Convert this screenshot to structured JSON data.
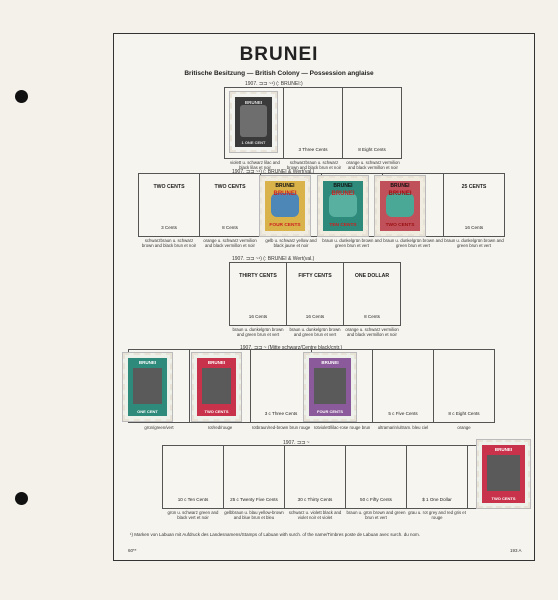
{
  "page": {
    "title": "BRUNEI",
    "subtitle": "Britische Besitzung — British Colony — Possession anglaise",
    "footnote": "¹) Marken von Labuan mit Aufdruck des Landesnamens/Stamps of Labuan with surch. of the name/Timbres poste de Labuan avec surch. du nom.",
    "footer_left": "60**",
    "footer_right": "193 A"
  },
  "sections": {
    "s1": "1907. ⊐⊐ ~¹) (: BRUNEI:)",
    "s2": "1907. ⊐⊐ ~¹) (: BRUNEI & Wert(val.)",
    "s3": "1907. ⊐⊐ ~¹) (: BRUNEI & Wert(val.)",
    "s4": "1907. ⊐⊐ ~ (Mitte schwarz/Centre black/cntr.)",
    "s5": "1907. ⊐⊐ ~"
  },
  "row1": {
    "slots": [
      {
        "name": "",
        "value": "",
        "caption": "violett u. schwarz lilac and black lilas et noir"
      },
      {
        "name": "",
        "value": "3 Three Cents",
        "caption": "schwarzbraun u. schwarz brown and black brun et noir"
      },
      {
        "name": "",
        "value": "8 Eight Cents",
        "caption": "orange u. schwarz vermilion and black vermillon et noir"
      }
    ],
    "stamp_text": {
      "top": "BRUNEI",
      "bottom": "1 ONE CENT"
    }
  },
  "row2": {
    "slots": [
      {
        "name": "TWO CENTS",
        "value": "3 Cents",
        "caption": "schwarzbraun u. schwarz brown and black brun et noir"
      },
      {
        "name": "TWO CENTS",
        "value": "8 Cents",
        "caption": "orange u. schwarz vermilion and black vermillon et noir"
      },
      {
        "name": "",
        "value": "",
        "caption": "gelb u. schwarz yellow and black jaune et noir"
      },
      {
        "name": "",
        "value": "",
        "caption": "braun u. dunkelgrün brown and green brun et vert"
      },
      {
        "name": "",
        "value": "",
        "caption": "braun u. dunkelgrün brown and green brun et vert"
      },
      {
        "name": "25 CENTS",
        "value": "16 Cents",
        "caption": "braun u. dunkelgrün brown and green brun et vert"
      }
    ],
    "stamp_text": {
      "top": "BRUNEI",
      "bottom": "FOUR CENTS",
      "bottom2": "TEN CENTS",
      "bottom3": "TWO CENTS"
    }
  },
  "row3": {
    "slots": [
      {
        "name": "THIRTY CENTS",
        "value": "16 Cents",
        "caption": "braun u. dunkelgrün brown and green brun et vert"
      },
      {
        "name": "FIFTY CENTS",
        "value": "16 Cents",
        "caption": "braun u. dunkelgrün brown and green brun et vert"
      },
      {
        "name": "ONE DOLLAR",
        "value": "8 Cents",
        "caption": "orange u. schwarz vermilion and black vermillon et noir"
      }
    ]
  },
  "row4": {
    "slots": [
      {
        "name": "",
        "value": "",
        "caption": "grün/green/vert"
      },
      {
        "name": "",
        "value": "",
        "caption": "rot/red/rouge"
      },
      {
        "name": "",
        "value": "3 c Three Cents",
        "caption": "rotbraun/red-brown brun rouge"
      },
      {
        "name": "",
        "value": "",
        "caption": "rotviolett/lilac-rose rouge brun"
      },
      {
        "name": "",
        "value": "5 c Five Cents",
        "caption": "ultramarin/ultram. bleu ciel"
      },
      {
        "name": "",
        "value": "8 c Eight Cents",
        "caption": "orange"
      }
    ],
    "stamp_text": {
      "top": "BRUNEI",
      "b1": "ONE CENT",
      "b2": "TWO CENTS",
      "b3": "FOUR CENTS"
    }
  },
  "row5": {
    "slots": [
      {
        "name": "",
        "value": "10 c Ten Cents",
        "caption": "grün u. schwarz green and black vert et noir"
      },
      {
        "name": "",
        "value": "25 c Twenty Five Cents",
        "caption": "gelbbraun u. blau yellow-brown and blue brun et bleu"
      },
      {
        "name": "",
        "value": "30 c Thirty Cents",
        "caption": "schwarz u. violett black and violet noir et violet"
      },
      {
        "name": "",
        "value": "50 c Fifty Cents",
        "caption": "braun u. grün brown and green brun et vert"
      },
      {
        "name": "",
        "value": "$ 1 One Dollar",
        "caption": "grau u. rot grey and red gris et rouge"
      },
      {
        "name": "",
        "value": "",
        "caption": ""
      }
    ],
    "stamp_text": {
      "top": "BRUNEI",
      "bottom": "TWO CENTS"
    }
  },
  "colors": {
    "paper": "#f6f4ee",
    "frame": "#333333",
    "stamp_black": "#2a2a2a",
    "stamp_yellow": "#d9b24a",
    "stamp_green": "#2e8a7a",
    "stamp_red": "#c8324a",
    "stamp_violet": "#8a5a9a",
    "overprint_red": "#cc2020"
  }
}
